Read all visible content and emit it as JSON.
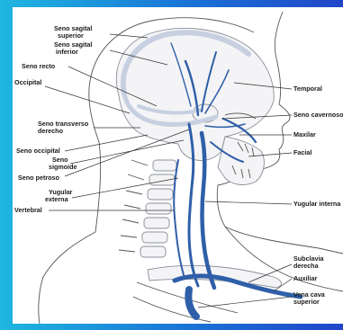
{
  "labels": {
    "seno_sagital_superior": [
      "Seno sagital",
      "superior"
    ],
    "seno_sagital_inferior": [
      "Seno sagital",
      "inferior"
    ],
    "seno_recto": "Seno recto",
    "occipital": "Occipital",
    "seno_transverso_derecho": [
      "Seno transverso",
      "derecho"
    ],
    "seno_occipital": "Seno occipital",
    "seno_sigmoide": [
      "Seno",
      "sigmoide"
    ],
    "seno_petroso": "Seno petroso",
    "yugular_externa": [
      "Yugular",
      "externa"
    ],
    "vertebral": "Vertebral",
    "temporal": "Temporal",
    "seno_cavernoso": "Seno cavernoso",
    "maxilar": "Maxilar",
    "facial": "Facial",
    "yugular_interna": "Yugular interna",
    "subclavia_derecha": [
      "Subclavia",
      "derecha"
    ],
    "auxiliar": "Auxiliar",
    "vena_cava_superior": [
      "Vena cava",
      "superior"
    ]
  },
  "colors": {
    "vein": "#2f5fa8",
    "sinus": "#c6d0e0",
    "background_left": "#1fb6e0",
    "background_right": "#2146c8"
  }
}
